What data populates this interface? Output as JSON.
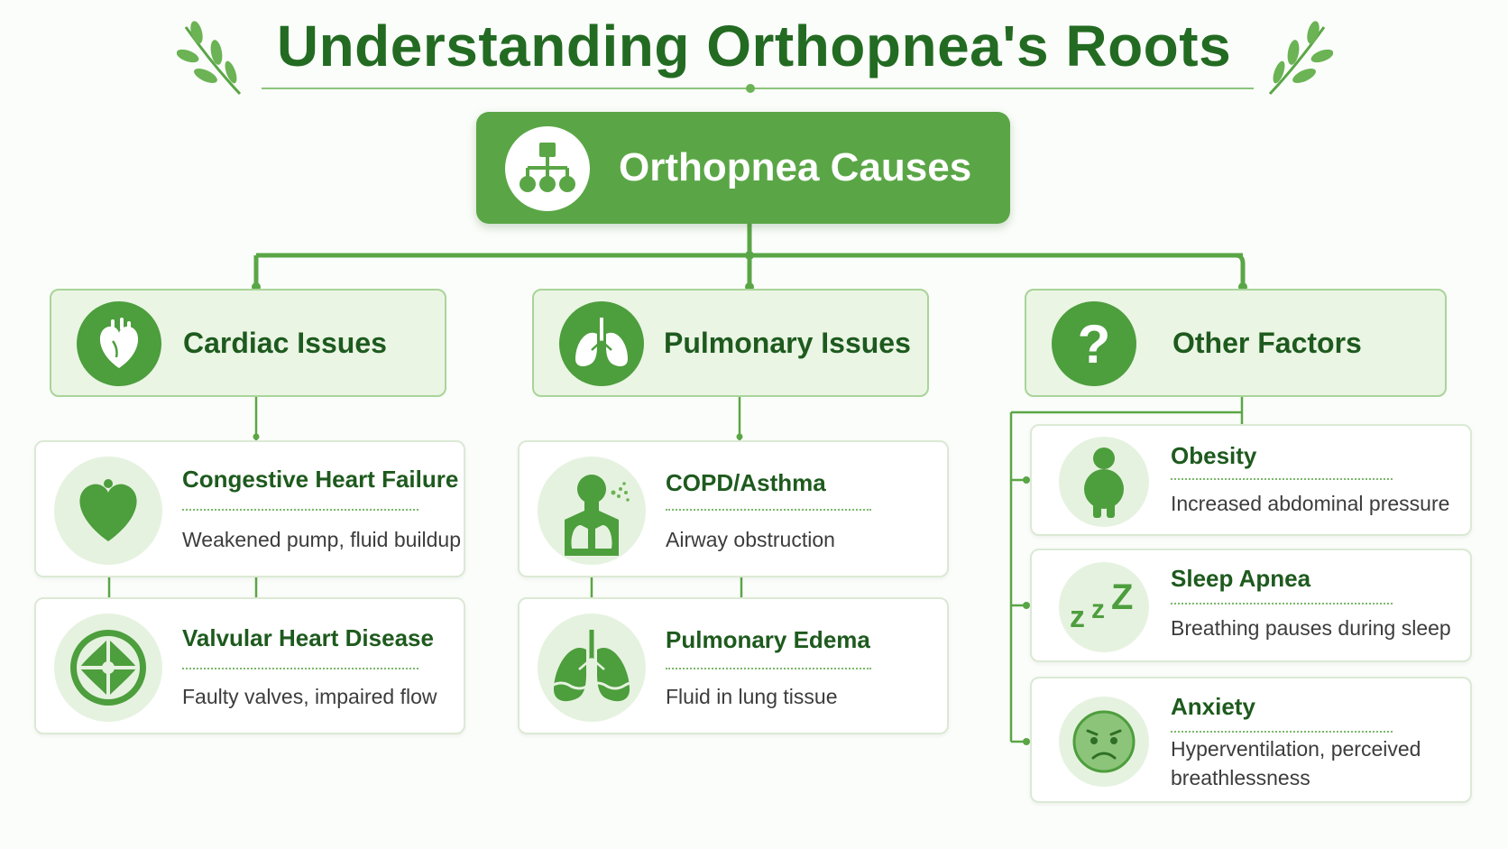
{
  "title": "Understanding Orthopnea's Roots",
  "root": {
    "label": "Orthopnea Causes",
    "icon": "hierarchy-icon"
  },
  "categories": [
    {
      "label": "Cardiac Issues",
      "icon": "heart-icon"
    },
    {
      "label": "Pulmonary Issues",
      "icon": "lungs-icon"
    },
    {
      "label": "Other Factors",
      "icon": "question-icon"
    }
  ],
  "cards": {
    "cardiac": [
      {
        "title": "Congestive Heart Failure",
        "desc": "Weakened pump, fluid buildup",
        "icon": "heart-shape-icon"
      },
      {
        "title": "Valvular Heart Disease",
        "desc": "Faulty valves, impaired flow",
        "icon": "valve-icon"
      }
    ],
    "pulmonary": [
      {
        "title": "COPD/Asthma",
        "desc": "Airway obstruction",
        "icon": "breathing-person-icon"
      },
      {
        "title": "Pulmonary Edema",
        "desc": "Fluid in lung tissue",
        "icon": "fluid-lungs-icon"
      }
    ],
    "other": [
      {
        "title": "Obesity",
        "desc": "Increased abdominal pressure",
        "icon": "person-icon"
      },
      {
        "title": "Sleep Apnea",
        "desc": "Breathing pauses during sleep",
        "icon": "zzz-icon"
      },
      {
        "title": "Anxiety",
        "desc_line1": "Hyperventilation, perceived",
        "desc_line2": "breathlessness",
        "icon": "worried-face-icon"
      }
    ]
  },
  "colors": {
    "primary": "#5aa646",
    "dark_green": "#236b22",
    "light_green": "#eaf5e4",
    "connector": "#5aa646"
  }
}
